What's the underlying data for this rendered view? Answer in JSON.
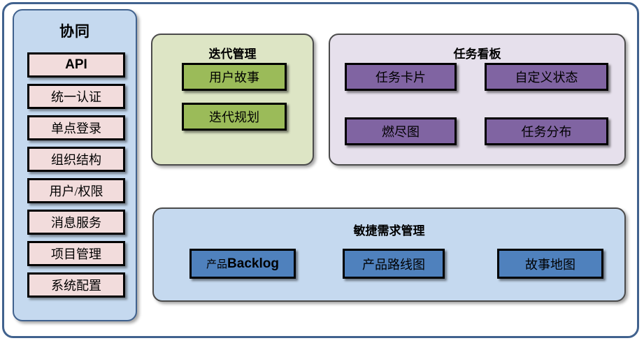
{
  "frame": {
    "border_color": "#41628e"
  },
  "sidebar": {
    "title": "协同",
    "bg": "#c5d9ef",
    "item_bg": "#f2dcdc",
    "items": [
      {
        "label": "API",
        "bold": true
      },
      {
        "label": "统一认证",
        "bold": false
      },
      {
        "label": "单点登录",
        "bold": false
      },
      {
        "label": "组织结构",
        "bold": false
      },
      {
        "label": "用户/权限",
        "bold": false
      },
      {
        "label": "消息服务",
        "bold": false
      },
      {
        "label": "项目管理",
        "bold": false
      },
      {
        "label": "系统配置",
        "bold": false
      }
    ]
  },
  "iteration": {
    "title": "迭代管理",
    "bg": "#dde5c5",
    "box_bg": "#9bbb59",
    "boxes": [
      {
        "label": "用户故事"
      },
      {
        "label": "迭代规划"
      }
    ]
  },
  "taskboard": {
    "title": "任务看板",
    "bg": "#e6e0ec",
    "box_bg": "#8064a2",
    "boxes": [
      {
        "label": "任务卡片"
      },
      {
        "label": "自定义状态"
      },
      {
        "label": "燃尽图"
      },
      {
        "label": "任务分布"
      }
    ]
  },
  "agile": {
    "title": "敏捷需求管理",
    "bg": "#c5d9ef",
    "box_bg": "#4f81bd",
    "boxes": [
      {
        "label": "产品Backlog",
        "cjk": "产品",
        "latin": "Backlog",
        "mixed": true
      },
      {
        "label": "产品路线图",
        "mixed": false
      },
      {
        "label": "故事地图",
        "mixed": false
      }
    ]
  }
}
